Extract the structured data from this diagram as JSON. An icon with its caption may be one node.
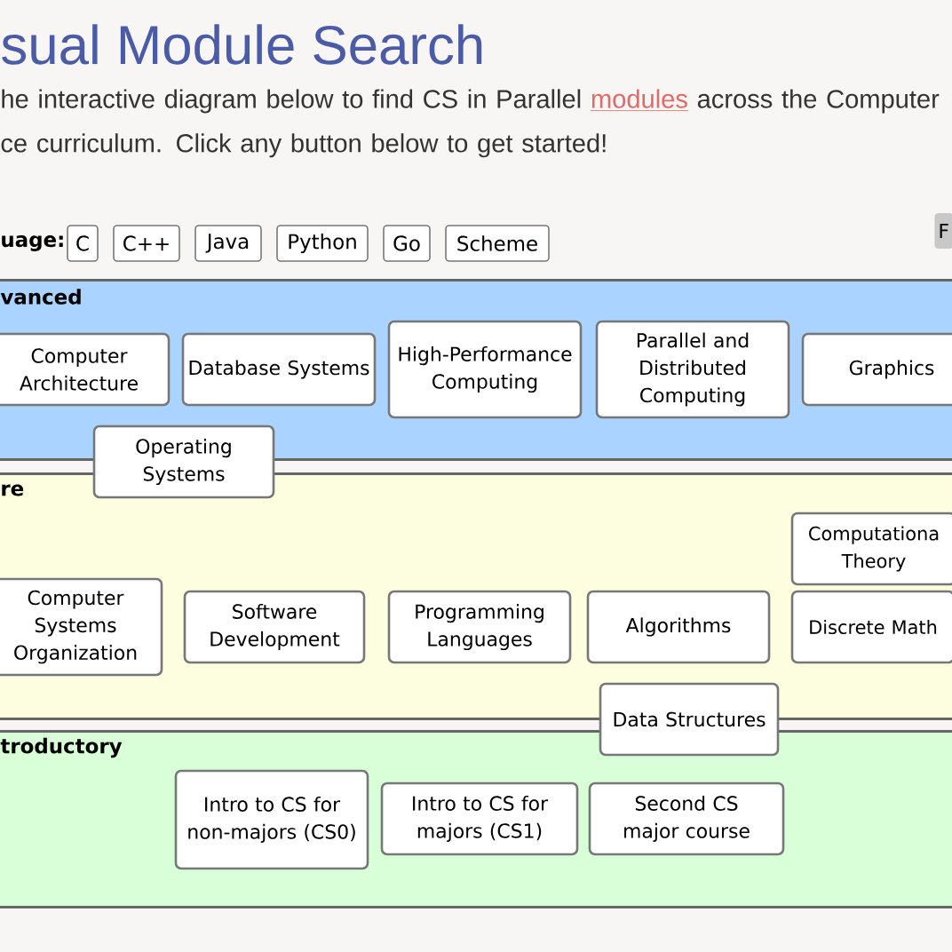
{
  "diagram": {
    "title": "sual Module Search",
    "nodes": [
      {
        "text": [
          "C"
        ]
      },
      {
        "text": [
          "C++"
        ]
      },
      {
        "text": [
          "Java"
        ]
      },
      {
        "text": [
          "Python"
        ]
      },
      {
        "text": [
          "Go"
        ]
      },
      {
        "text": [
          "Scheme"
        ]
      },
      {
        "text": [
          "F"
        ]
      },
      {
        "text": [
          "vanced"
        ]
      },
      {
        "text": [
          "Computer Architecture"
        ],
        "in": 7
      },
      {
        "text": [
          "Database Systems"
        ],
        "in": 7
      },
      {
        "text": [
          "High-Performance Computing"
        ],
        "in": 7
      },
      {
        "text": [
          "Parallel and Distributed Computing"
        ],
        "in": 7
      },
      {
        "text": [
          "Graphics"
        ],
        "in": 7
      },
      {
        "text": [
          "Operating Systems"
        ]
      },
      {
        "text": [
          "re"
        ]
      },
      {
        "text": [
          "Computationa Theory"
        ],
        "in": 14
      },
      {
        "text": [
          "Computer Systems Organization"
        ],
        "in": 14
      },
      {
        "text": [
          "Software Development"
        ],
        "in": 14
      },
      {
        "text": [
          "Programming Languages"
        ],
        "in": 14
      },
      {
        "text": [
          "Algorithms"
        ],
        "in": 14
      },
      {
        "text": [
          "Discrete Math"
        ],
        "in": 14
      },
      {
        "text": [
          "Data Structures"
        ]
      },
      {
        "text": [
          "troductory"
        ]
      },
      {
        "text": [
          "Intro to CS for non-majors (CS0)"
        ],
        "in": 22
      },
      {
        "text": [
          "Intro to CS for majors (CS1)"
        ],
        "in": 22
      },
      {
        "text": [
          "Second CS major course"
        ],
        "in": 22
      }
    ],
    "labels": [
      "he interactive diagram below to find CS in Parallel",
      "modules",
      "across the Computer ce curriculum. Click any button below to get started!",
      "uage:"
    ]
  }
}
